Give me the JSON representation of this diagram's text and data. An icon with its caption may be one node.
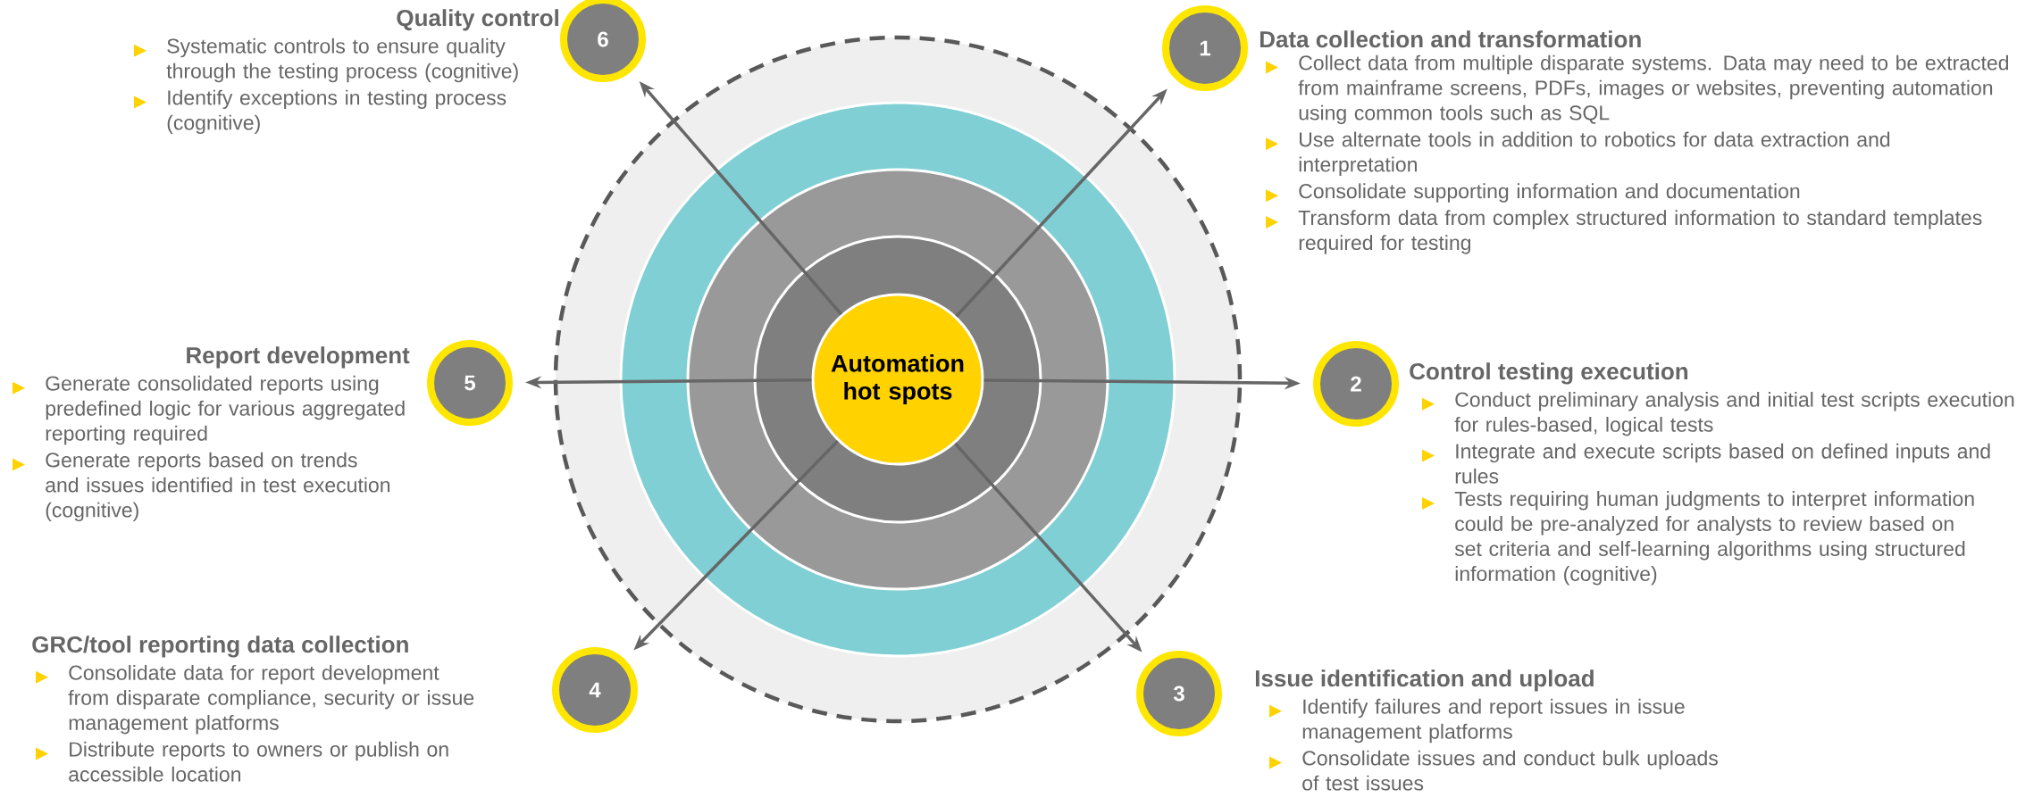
{
  "diagram": {
    "nodes": [
      {
        "text": [
          "Automation hot spots"
        ]
      },
      {
        "text": [
          "1"
        ],
        "beside": [
          "Data collection and transformation",
          "Collect data from multiple disparate systems. Data may need to be extracted from mainframe screens, PDFs, images or websites, preventing automation using common tools such as SQL",
          "Use alternate tools in addition to robotics for data extraction and interpretation",
          "Consolidate supporting information and documentation",
          "Transform data from complex structured information to standard templates required for testing"
        ]
      },
      {
        "text": [
          "2"
        ],
        "beside": [
          "Control testing execution",
          "Conduct preliminary analysis and initial test scripts execution for rules-based, logical tests",
          "Integrate and execute scripts based on defined inputs and rules",
          "Tests requiring human judgments to interpret information could be pre-analyzed for analysts to review based on set criteria and self-learning algorithms using structured information (cognitive)"
        ]
      },
      {
        "text": [
          "3"
        ],
        "beside": [
          "Issue identification and upload",
          "Identify failures and report issues in issue management platforms",
          "Consolidate issues and conduct bulk uploads of test issues"
        ]
      },
      {
        "text": [
          "4"
        ],
        "beside": [
          "GRC/tool reporting data collection",
          "Consolidate data for report development from disparate compliance, security or issue management platforms",
          "Distribute reports to owners or publish on accessible location"
        ]
      },
      {
        "text": [
          "5"
        ],
        "beside": [
          "Report development",
          "Generate consolidated reports using predefined logic for various aggregated reporting required",
          "Generate reports based on trends and issues identified in test execution (cognitive)"
        ]
      },
      {
        "text": [
          "6"
        ],
        "beside": [
          "Quality control",
          "Systematic controls to ensure quality through the testing process (cognitive)",
          "Identify exceptions in testing process (cognitive)"
        ]
      }
    ],
    "edges": [
      {
        "from": 0,
        "to": 1,
        "arrow": "to"
      },
      {
        "from": 0,
        "to": 2,
        "arrow": "to"
      },
      {
        "from": 0,
        "to": 3,
        "arrow": "to"
      },
      {
        "from": 0,
        "to": 4,
        "arrow": "to"
      },
      {
        "from": 0,
        "to": 5,
        "arrow": "to"
      },
      {
        "from": 0,
        "to": 6,
        "arrow": "to"
      }
    ]
  }
}
